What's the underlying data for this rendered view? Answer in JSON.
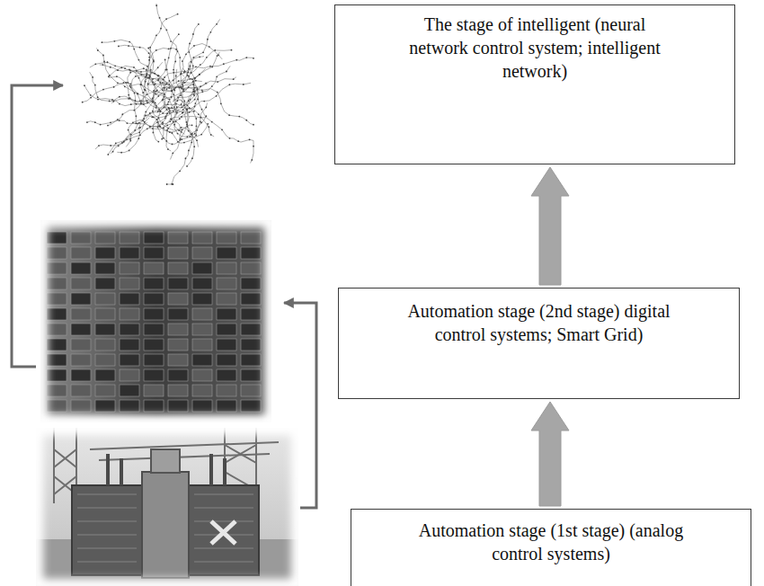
{
  "diagram": {
    "nodes": [
      {
        "text": [
          "The stage of intelligent (neural network control system; intelligent network)"
        ]
      },
      {
        "text": [
          "Automation stage (2nd stage) digital control systems; Smart Grid)"
        ]
      },
      {
        "text": [
          "Automation stage (1st stage) (analog control systems)"
        ]
      }
    ],
    "edges": [
      {
        "from": 2,
        "to": 1,
        "arrow": "to"
      },
      {
        "from": 1,
        "to": 0,
        "arrow": "to"
      }
    ]
  }
}
